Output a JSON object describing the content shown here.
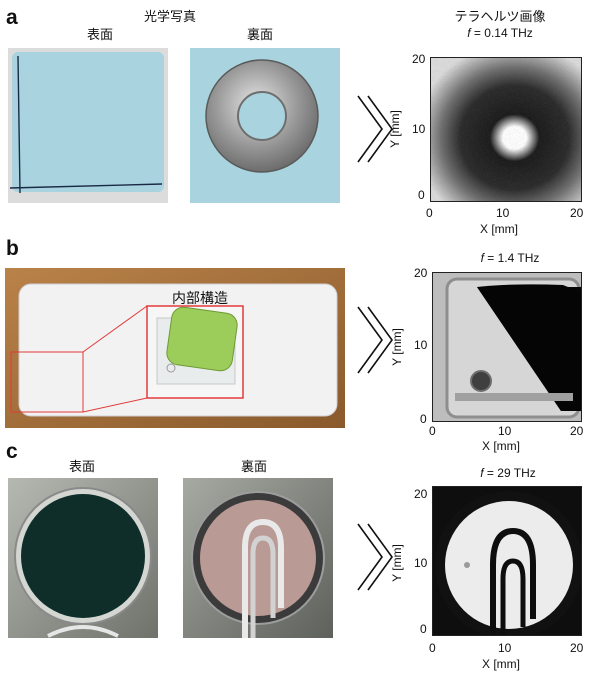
{
  "top_heading": "光学写真",
  "thz_heading": "テラヘルツ画像",
  "panels": [
    {
      "letter": "a",
      "photo_labels": [
        "表面",
        "裏面"
      ],
      "freq_prefix": "f",
      "freq_value": " = 0.14 THz",
      "image": {
        "x_ticks": [
          "0",
          "10",
          "20"
        ],
        "y_ticks": [
          "20",
          "10",
          "0"
        ],
        "xlabel": "X [mm]",
        "ylabel": "Y [mm]"
      }
    },
    {
      "letter": "b",
      "inset_label": "内部構造",
      "freq_prefix": "f",
      "freq_value": " = 1.4 THz",
      "image": {
        "x_ticks": [
          "0",
          "10",
          "20"
        ],
        "y_ticks": [
          "20",
          "10",
          "0"
        ],
        "xlabel": "X [mm]",
        "ylabel": "Y [mm]"
      }
    },
    {
      "letter": "c",
      "photo_labels": [
        "表面",
        "裏面"
      ],
      "freq_prefix": "f",
      "freq_value": " = 29 THz",
      "image": {
        "x_ticks": [
          "0",
          "10",
          "20"
        ],
        "y_ticks": [
          "20",
          "10",
          "0"
        ],
        "xlabel": "X [mm]",
        "ylabel": "Y [mm]"
      }
    }
  ],
  "colors": {
    "card_blue": "#a9d4df",
    "highlight_red": "#e23a3a",
    "wood": "#a6723e",
    "eraser_green": "#9ccc5a"
  }
}
